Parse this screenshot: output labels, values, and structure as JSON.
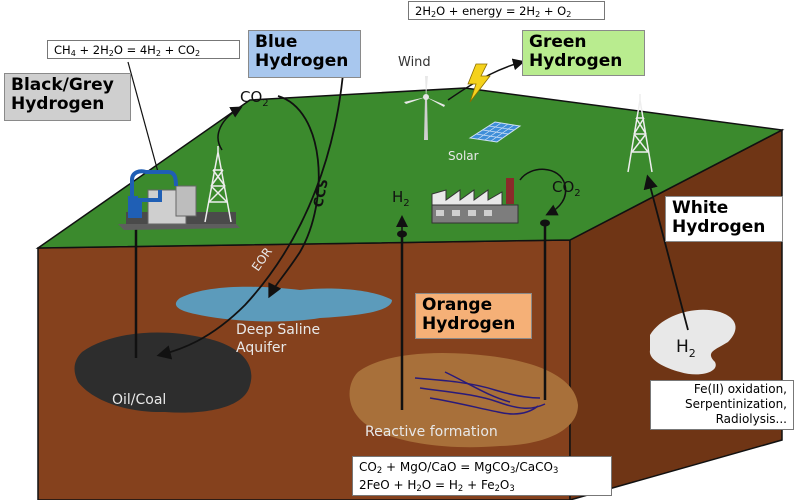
{
  "colors": {
    "grass": "#3b8a2d",
    "soil": "#85411d",
    "soil_side": "#6f3515",
    "aquifer": "#5aa0c4",
    "oil": "#2d2d2d",
    "orange_zone": "#a8703a",
    "white_zone": "#e8e8e8",
    "box_blue": "#a8c7ee",
    "box_green": "#b9ec8f",
    "box_grey": "#cfcfcf",
    "box_orange": "#f5b077"
  },
  "labels": {
    "black_grey": {
      "line1": "Black/Grey",
      "line2": "Hydrogen"
    },
    "blue": {
      "line1": "Blue",
      "line2": "Hydrogen"
    },
    "green": {
      "line1": "Green",
      "line2": "Hydrogen"
    },
    "white": {
      "line1": "White",
      "line2": "Hydrogen"
    },
    "orange": {
      "line1": "Orange",
      "line2": "Hydrogen"
    }
  },
  "equations": {
    "smr": {
      "a": "CH",
      "a_sub": "4",
      "b": " + 2H",
      "b_sub": "2",
      "c": "O = 4H",
      "c_sub": "2",
      "d": " + CO",
      "d_sub": "2"
    },
    "electrolysis": {
      "a": "2H",
      "a_sub": "2",
      "b": "O + energy = 2H",
      "b_sub": "2",
      "c": " + O",
      "c_sub": "2"
    },
    "orange_line1": {
      "a": "CO",
      "a_sub": "2",
      "b": " + MgO/CaO = MgCO",
      "b_sub": "3",
      "c": "/CaCO",
      "c_sub": "3"
    },
    "orange_line2": {
      "a": "2FeO + H",
      "a_sub": "2",
      "b": "O = H",
      "b_sub": "2",
      "c": " + Fe",
      "c_sub": "2",
      "d": "O",
      "d_sub": "3"
    }
  },
  "white_processes": {
    "line1": "Fe(II) oxidation,",
    "line2": "Serpentinization,",
    "line3": "Radiolysis..."
  },
  "scene_text": {
    "co2_blue": {
      "main": "CO",
      "sub": "2"
    },
    "co2_factory": {
      "main": "CO",
      "sub": "2"
    },
    "h2_orange": {
      "main": "H",
      "sub": "2"
    },
    "h2_white": {
      "main": "H",
      "sub": "2"
    },
    "wind": "Wind",
    "solar": "Solar",
    "ccs": "CCS",
    "eor": "EOR",
    "aquifer_line1": "Deep Saline",
    "aquifer_line2": "Aquifer",
    "oil_coal": "Oil/Coal",
    "reactive_formation": "Reactive formation"
  }
}
